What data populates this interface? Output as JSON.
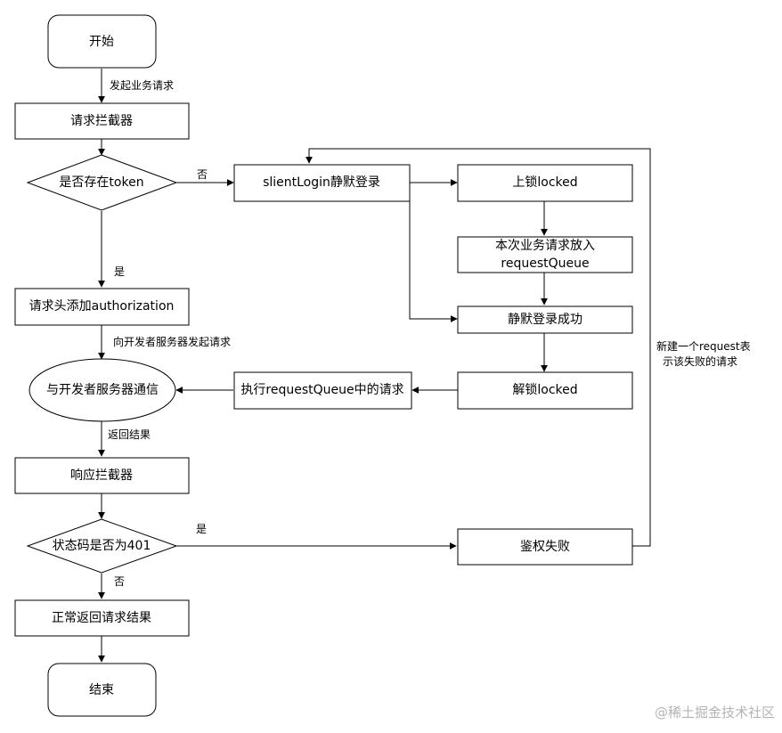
{
  "nodes": {
    "start": "开始",
    "request_interceptor": "请求拦截器",
    "has_token": "是否存在token",
    "silent_login": "slientLogin静默登录",
    "lock": "上锁locked",
    "queue_line1": "本次业务请求放入",
    "queue_line2": "requestQueue",
    "add_auth_header": "请求头添加authorization",
    "login_success": "静默登录成功",
    "communicate": "与开发者服务器通信",
    "run_queue": "执行requestQueue中的请求",
    "unlock": "解锁locked",
    "response_interceptor": "响应拦截器",
    "status_401": "状态码是否为401",
    "auth_failed": "鉴权失败",
    "normal_return": "正常返回请求结果",
    "end": "结束"
  },
  "edge_labels": {
    "send_request": "发起业务请求",
    "no_token": "否",
    "yes_token": "是",
    "to_server": "向开发者服务器发起请求",
    "return_result": "返回结果",
    "is_401": "是",
    "not_401": "否",
    "new_request_line1": "新建一个request表",
    "new_request_line2": "示该失败的请求"
  },
  "watermark": "@稀土掘金技术社区",
  "colors": {
    "stroke": "#000000",
    "fill": "#ffffff",
    "watermark": "#b4b4b4"
  }
}
